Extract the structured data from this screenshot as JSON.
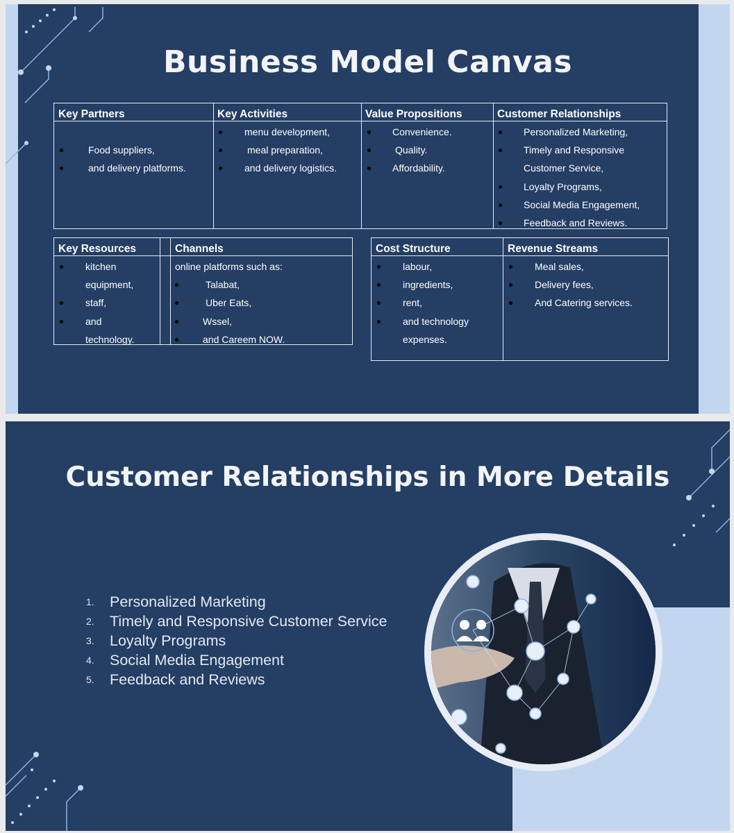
{
  "slide1": {
    "title": "Business Model Canvas",
    "top_table": {
      "key_partners": {
        "header": "Key Partners",
        "items": [
          "Food suppliers,",
          "and delivery platforms."
        ]
      },
      "key_activities": {
        "header": "Key Activities",
        "items": [
          "menu development,",
          "meal preparation,",
          "and delivery logistics."
        ]
      },
      "value_propositions": {
        "header": "Value Propositions",
        "items": [
          "Convenience.",
          "Quality.",
          "Affordability."
        ]
      },
      "customer_relationships": {
        "header": "Customer Relationships",
        "items": [
          "Personalized Marketing,",
          "Timely and Responsive",
          "Customer Service,",
          "Loyalty Programs,",
          "Social Media Engagement,",
          "Feedback and Reviews."
        ]
      }
    },
    "left_table": {
      "key_resources": {
        "header": "Key Resources",
        "items": [
          "kitchen",
          "equipment,",
          "staff,",
          "and",
          "technology."
        ]
      },
      "channels": {
        "header": "Channels",
        "intro": "online platforms such as:",
        "items": [
          "Talabat,",
          "Uber Eats,",
          "Wssel,",
          "and Careem NOW."
        ]
      }
    },
    "right_table": {
      "cost_structure": {
        "header": "Cost Structure",
        "items": [
          "labour,",
          "ingredients,",
          "rent,",
          "and technology",
          "expenses."
        ]
      },
      "revenue_streams": {
        "header": "Revenue Streams",
        "items": [
          "Meal sales,",
          "Delivery fees,",
          "And Catering services."
        ]
      }
    }
  },
  "slide2": {
    "title": "Customer Relationships in More Details",
    "list": [
      {
        "num": "1.",
        "text": "Personalized Marketing"
      },
      {
        "num": "2.",
        "text": "Timely and Responsive Customer Service"
      },
      {
        "num": "3.",
        "text": "Loyalty Programs"
      },
      {
        "num": "4.",
        "text": "Social Media Engagement"
      },
      {
        "num": "5.",
        "text": "Feedback and Reviews"
      }
    ],
    "image_icon": "businessman-network-icon"
  },
  "colors": {
    "slide_bg": "#243e64",
    "accent_light": "#c3d6ef",
    "text": "#ffffff"
  }
}
